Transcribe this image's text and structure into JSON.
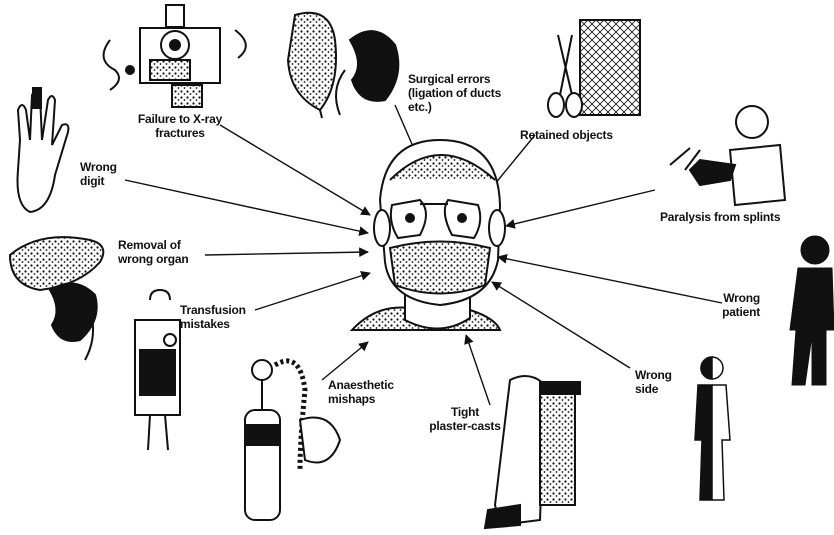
{
  "diagram": {
    "center": {
      "name": "Surgeon"
    },
    "labels": {
      "xray": "Failure to X-ray\nfractures",
      "surgical": "Surgical errors\n(ligation of ducts\netc.)",
      "retained": "Retained objects",
      "digit": "Wrong\ndigit",
      "paralysis": "Paralysis from splints",
      "organ": "Removal of\nwrong organ",
      "transfusion": "Transfusion\nmistakes",
      "patient": "Wrong\npatient",
      "side": "Wrong\nside",
      "anaesthetic": "Anaesthetic\nmishaps",
      "plaster": "Tight\nplaster-casts"
    }
  },
  "colors": {
    "ink": "#111111",
    "paper": "#ffffff"
  }
}
